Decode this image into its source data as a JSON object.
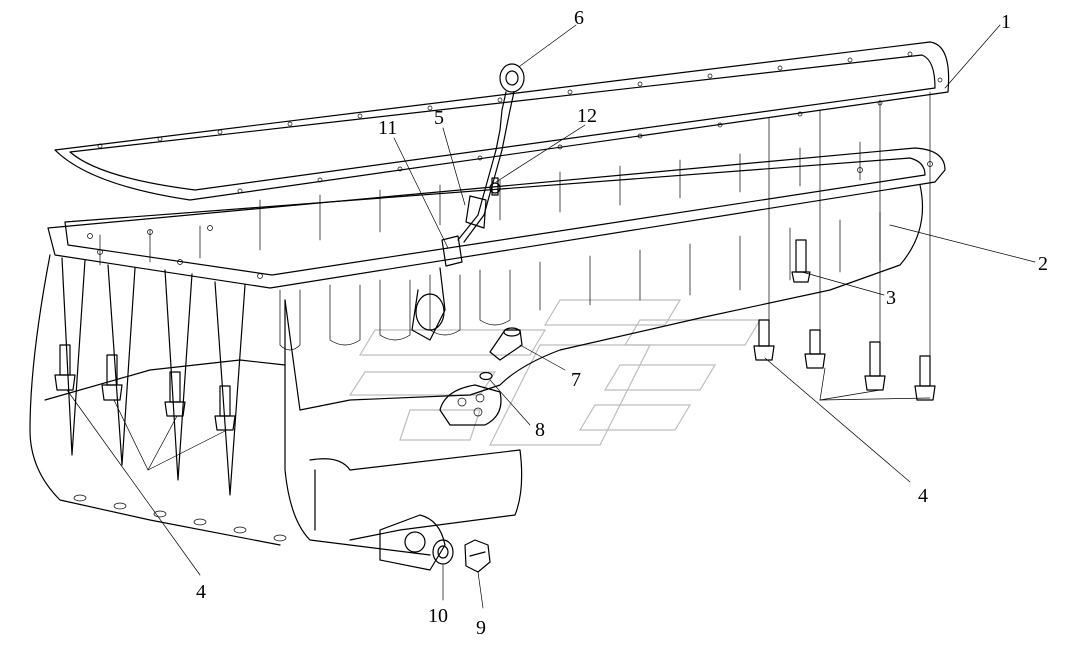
{
  "callouts": [
    "1",
    "2",
    "3",
    "4",
    "5",
    "6",
    "7",
    "8",
    "9",
    "10",
    "11",
    "12"
  ],
  "callouts_repeated": [
    "4",
    "4"
  ]
}
